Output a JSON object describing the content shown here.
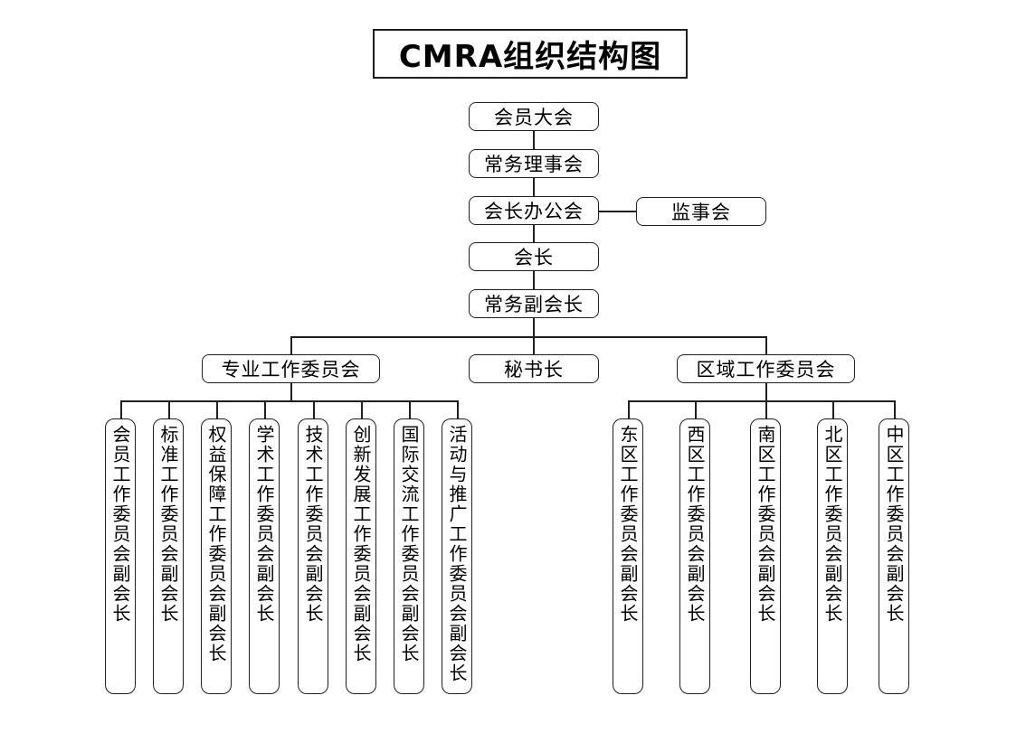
{
  "title": "CMRA组织结构图",
  "chain": [
    {
      "label": "会员大会"
    },
    {
      "label": "常务理事会"
    },
    {
      "label": "会长办公会"
    },
    {
      "label": "会长"
    },
    {
      "label": "常务副会长"
    }
  ],
  "supervisory": {
    "label": "监事会"
  },
  "mid": [
    {
      "label": "专业工作委员会"
    },
    {
      "label": "秘书长"
    },
    {
      "label": "区域工作委员会"
    }
  ],
  "professional": [
    "会员工作委员会副会长",
    "标准工作委员会副会长",
    "权益保障工作委员会副会长",
    "学术工作委员会副会长",
    "技术工作委员会副会长",
    "创新发展工作委员会副会长",
    "国际交流工作委员会副会长",
    "活动与推广工作委员会副会长"
  ],
  "regional": [
    "东区工作委员会副会长",
    "西区工作委员会副会长",
    "南区工作委员会副会长",
    "北区工作委员会副会长",
    "中区工作委员会副会长"
  ],
  "colors": {
    "line": "#1f1f1f",
    "box_border": "#1f1f1f",
    "background": "#ffffff",
    "text": "#000000"
  }
}
